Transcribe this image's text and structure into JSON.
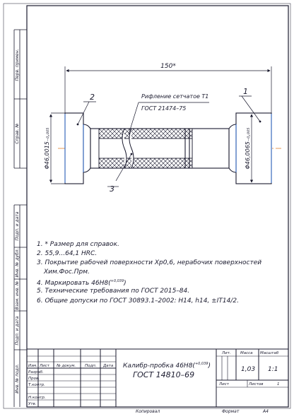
{
  "side_labels": {
    "perv_primen": "Перв. примен.",
    "sprav_no": "Справ. №",
    "podp_i_data_1": "Подп. и дата",
    "inv_no_dubl": "Инв. № дубл.",
    "vzam_inv_no": "Взам. инв. №",
    "podp_i_data_2": "Подп. и дата",
    "inv_no_podl": "Инв. № подл."
  },
  "drawing": {
    "overall_length": "150*",
    "left_diameter": "Φ46,0015₋₀,₀₀₅",
    "right_diameter": "Φ46,0065₋₀,₀₀₅",
    "knurl_label": "Рифление сетчатое Т1",
    "knurl_standard": "ГОСТ 21474–75",
    "callout_1": "1",
    "callout_2": "2",
    "callout_3": "3"
  },
  "notes": [
    "1.  * Размер для справок.",
    "2.  55,9...64,1 HRC.",
    "3. Покрытие рабочей поверхности Хр0,6, нерабочих поверхностей",
    "Хим.Фос.Прм.",
    "4.  Маркировать 46Н8(",
    "5. Технические требования по ГОСТ 2015–84.",
    "6.  Общие допуски по ГОСТ 30893.1–2002: Н14, h14, ±IT14/2."
  ],
  "marking_tolerance": "+0,039",
  "marking_tail": ")",
  "title_block": {
    "headers": [
      "Изм.",
      "Лист",
      "№ докум.",
      "Подп.",
      "Дата"
    ],
    "roles": [
      "Разраб.",
      "Пров.",
      "Т.контр.",
      "",
      "Н.контр.",
      "Утв."
    ],
    "name_line1": "Калибр-пробка 46Н8(",
    "name_tolerance": "+0,039",
    "name_close": ")",
    "name_line2": "ГОСТ 14810–69",
    "lit_label": "Лит.",
    "mass_label": "Масса",
    "scale_label": "Масштаб",
    "mass_value": "1,03",
    "scale_value": "1:1",
    "sheet_label": "Лист",
    "sheets_label": "Листов",
    "sheets_value": "1"
  },
  "footer": {
    "copied": "Копировал",
    "format": "Формат",
    "format_value": "А4"
  }
}
